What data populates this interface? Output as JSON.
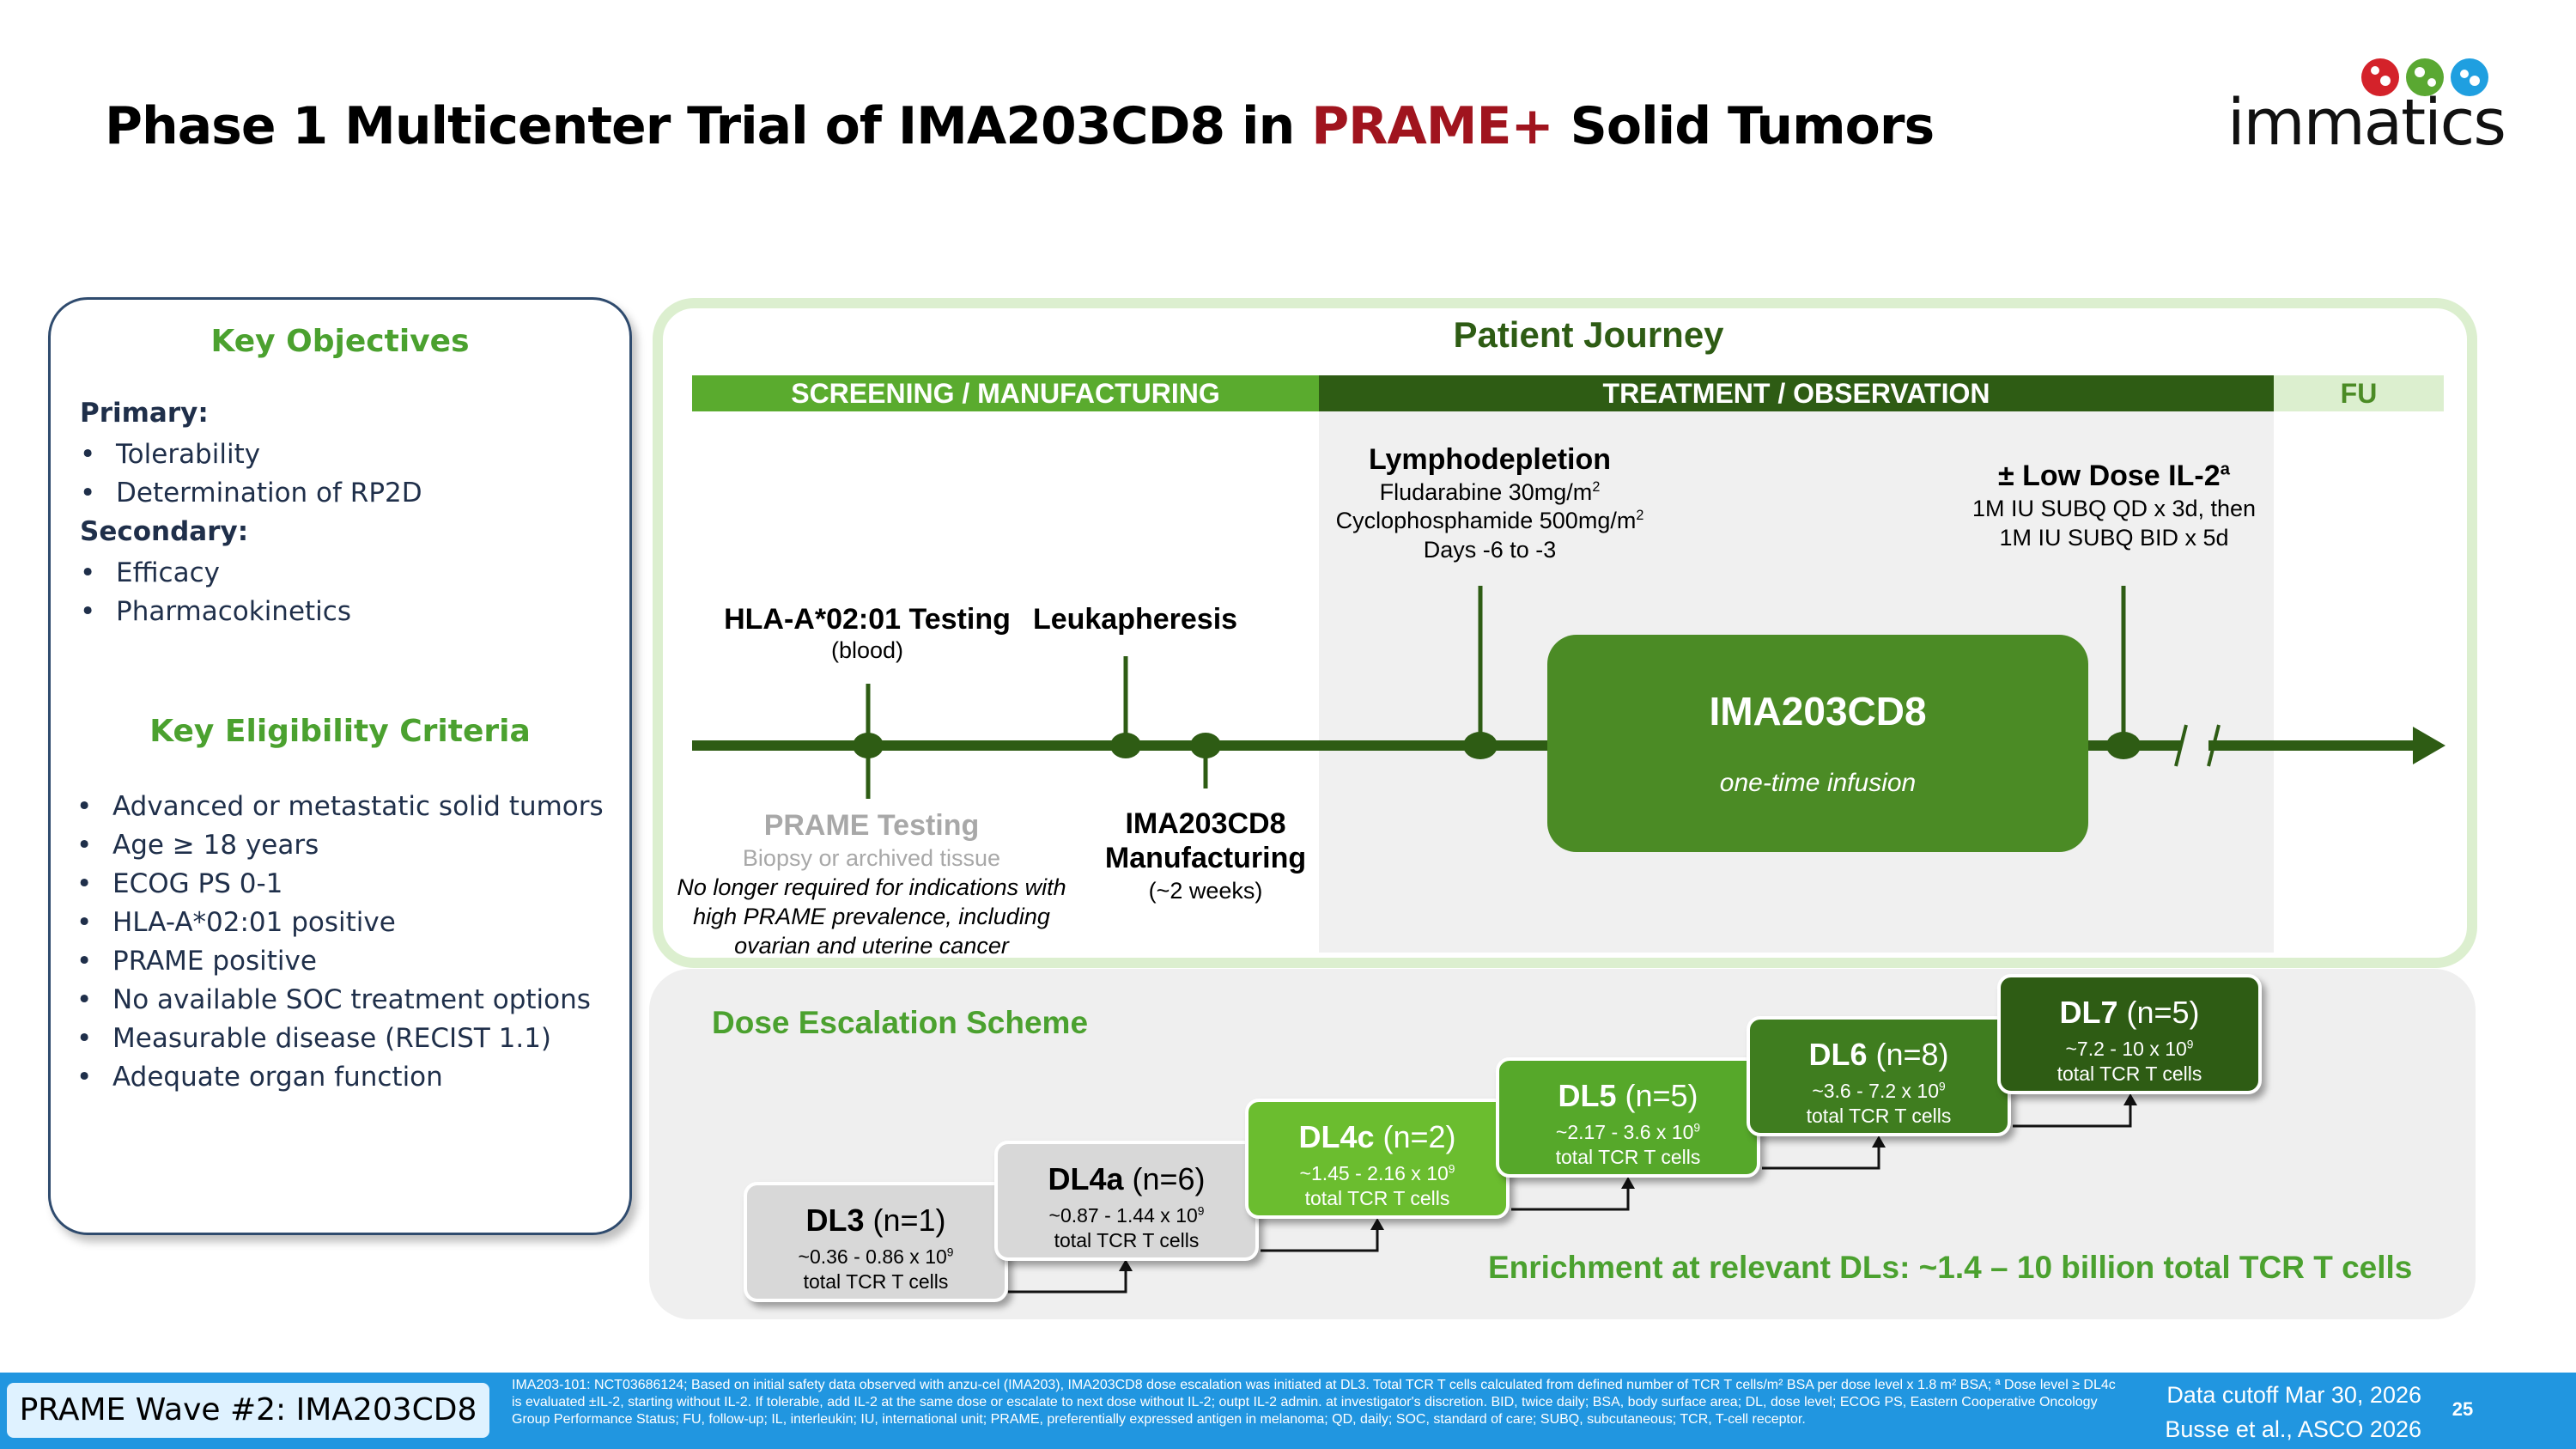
{
  "header": {
    "title_part1": "Phase 1 Multicenter Trial of IMA203CD8 in",
    "title_highlight": "PRAME+",
    "title_part2": "Solid Tumors",
    "logo_text": "immatics"
  },
  "objectives": {
    "heading": "Key Objectives",
    "primary_label": "Primary:",
    "primary": [
      "Tolerability",
      "Determination of RP2D"
    ],
    "secondary_label": "Secondary:",
    "secondary": [
      "Efficacy",
      "Pharmacokinetics"
    ],
    "eligibility_heading": "Key Eligibility Criteria",
    "eligibility": [
      "Advanced or metastatic solid tumors",
      "Age ≥ 18 years",
      "ECOG PS 0-1",
      "HLA-A*02:01 positive",
      "PRAME positive",
      "No available SOC treatment options",
      "Measurable disease (RECIST 1.1)",
      "Adequate organ function"
    ]
  },
  "journey": {
    "title": "Patient Journey",
    "phases": [
      "SCREENING / MANUFACTURING",
      "TREATMENT / OBSERVATION",
      "FU"
    ],
    "hla_title": "HLA-A*02:01 Testing",
    "hla_sub": "(blood)",
    "leuka_title": "Leukapheresis",
    "prame_title": "PRAME Testing",
    "prame_sub": "Biopsy or archived tissue",
    "prame_note": [
      "No longer required for indications with",
      "high PRAME prevalence, including",
      "ovarian and uterine cancer"
    ],
    "manuf_title1": "IMA203CD8",
    "manuf_title2": "Manufacturing",
    "manuf_sub": "(~2 weeks)",
    "lympho_title": "Lymphodepletion",
    "lympho_l1": "Fludarabine 30mg/m",
    "lympho_l2": "Cyclophosphamide 500mg/m",
    "lympho_sup": "2",
    "lympho_l3": "Days -6 to -3",
    "il2_title": "± Low Dose IL-2",
    "il2_sup": "a",
    "il2_l1": "1M IU SUBQ QD x 3d, then",
    "il2_l2": "1M IU SUBQ BID x 5d",
    "infusion_name": "IMA203CD8",
    "infusion_sub": "one-time infusion"
  },
  "dose": {
    "title": "Dose Escalation Scheme",
    "enrichment": "Enrichment at relevant DLs: ~1.4 – 10 billion total TCR T cells",
    "cells_unit": "total TCR T cells",
    "levels": [
      {
        "name": "DL3",
        "n": "(n=1)",
        "range": "~0.36  - 0.86 x 10",
        "exp": "9"
      },
      {
        "name": "DL4a",
        "n": "(n=6)",
        "range": "~0.87 - 1.44 x 10",
        "exp": "9"
      },
      {
        "name": "DL4c",
        "n": "(n=2)",
        "range": "~1.45 - 2.16 x 10",
        "exp": "9"
      },
      {
        "name": "DL5",
        "n": "(n=5)",
        "range": "~2.17 - 3.6 x 10",
        "exp": "9"
      },
      {
        "name": "DL6",
        "n": "(n=8)",
        "range": "~3.6 - 7.2 x 10",
        "exp": "9"
      },
      {
        "name": "DL7",
        "n": "(n=5)",
        "range": "~7.2 - 10 x 10",
        "exp": "9"
      }
    ]
  },
  "footer": {
    "wave": "PRAME Wave #2: IMA203CD8",
    "footnote": "IMA203-101: NCT03686124; Based on initial safety data observed with anzu-cel (IMA203), IMA203CD8 dose escalation was initiated at DL3. Total TCR T cells calculated from defined number of TCR T cells/m² BSA per dose level x 1.8 m² BSA; ª Dose level ≥ DL4c is evaluated ±IL-2, starting without IL-2. If tolerable, add IL-2 at the same dose or escalate to next dose without IL-2; outpt IL-2 admin. at investigator's discretion. BID, twice daily; BSA, body surface area; DL, dose level; ECOG PS, Eastern Cooperative Oncology Group Performance Status; FU, follow-up; IL, interleukin; IU, international unit; PRAME, preferentially expressed antigen in melanoma; QD, daily; SOC, standard of care; SUBQ, subcutaneous; TCR, T-cell receptor.",
    "cutoff": "Data cutoff Mar 30, 2026",
    "citation": "Busse et al., ASCO 2026",
    "page": "25"
  },
  "colors": {
    "title_highlight": "#a0141e",
    "accent_green": "#4ba12f",
    "dark_green": "#2e5c14",
    "footer_blue": "#2196e0"
  }
}
